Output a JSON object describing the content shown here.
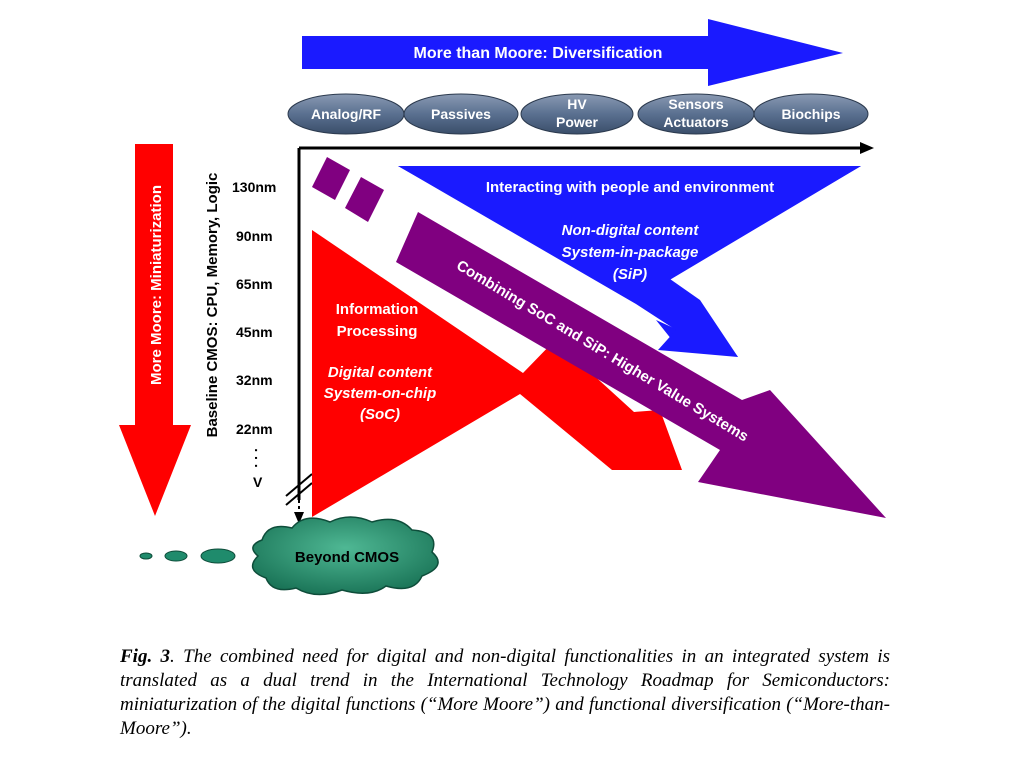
{
  "diagram": {
    "more_than_moore_label": "More than Moore:  Diversification",
    "more_moore_label": "More Moore:  Miniaturization",
    "baseline_label": "Baseline CMOS:  CPU, Memory, Logic",
    "categories": [
      "Analog/RF",
      "Passives",
      "HV",
      "Power",
      "Sensors",
      "Actuators",
      "Biochips"
    ],
    "nodes": [
      "130nm",
      "90nm",
      "65nm",
      "45nm",
      "32nm",
      "22nm"
    ],
    "vertical_dots": ". . .",
    "v_mark": "V",
    "interacting_label": "Interacting with people and environment",
    "non_digital": [
      "Non-digital content",
      "System-in-package",
      "(SiP)"
    ],
    "information": [
      "Information",
      "Processing"
    ],
    "digital": [
      "Digital content",
      "System-on-chip",
      "(SoC)"
    ],
    "combining_label": "Combining SoC and SiP:  Higher Value Systems",
    "beyond_cmos": "Beyond CMOS"
  },
  "caption": {
    "fig_label": "Fig. 3",
    "text": ". The combined need for digital and non-digital functionalities in an integrated system is translated as a dual trend in the International Technology Roadmap for Semiconductors: miniaturization of the digital functions (“More Moore”) and functional diversification (“More-than-Moore”)."
  },
  "colors": {
    "blue": "#1a1aff",
    "red": "#ff0000",
    "purple": "#800080",
    "pill": "#5a7090",
    "cloud": "#1f8b6c"
  }
}
